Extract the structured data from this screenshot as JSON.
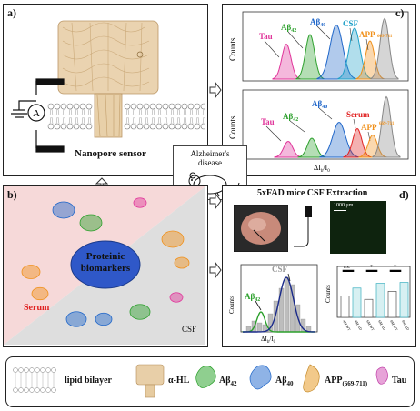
{
  "panels": {
    "a": {
      "label": "a)",
      "title": "Nanopore sensor",
      "ammeter_symbol": "A"
    },
    "b": {
      "label": "b)",
      "center": [
        "Proteinic",
        "biomarkers"
      ],
      "serum_label": "Serum",
      "csf_label": "CSF"
    },
    "c": {
      "label": "c)",
      "top": {
        "ylabel": "Counts",
        "peaks": [
          "Tau",
          "Aβ",
          "42",
          "Aβ",
          "40",
          "CSF",
          "APP",
          "669-711"
        ]
      },
      "bottom": {
        "ylabel": "Counts",
        "peaks": [
          "Tau",
          "Aβ",
          "42",
          "Aβ",
          "40",
          "Serum",
          "APP",
          "669-711"
        ]
      },
      "xlabel": [
        "ΔI",
        "b",
        "/I",
        "0"
      ]
    },
    "d": {
      "label": "d)",
      "title": "5xFAD mice CSF Extraction",
      "scale_bar": "1000 μm",
      "hist": {
        "ylabel": "Counts",
        "xlabel": [
          "ΔI",
          "b",
          "/I",
          "0"
        ],
        "tag_csf": "CSF",
        "tag_peak": "Aβ",
        "tag_peak_sub": "42"
      },
      "bars": {
        "ylabel": "Counts",
        "groups": [
          "4M WT",
          "4M AD",
          "6M WT",
          "6M AD",
          "8M WT",
          "8M AD"
        ],
        "sig": [
          "n.s.",
          "*",
          "*"
        ]
      }
    },
    "center": {
      "line1": "Alzheimer's",
      "line2": "disease"
    }
  },
  "legend": {
    "items": [
      {
        "label": "lipid bilayer"
      },
      {
        "label": "α-HL"
      },
      {
        "label": "Aβ",
        "sub": "42"
      },
      {
        "label": "Aβ",
        "sub": "40"
      },
      {
        "label": "APP",
        "sub": "(669-711)"
      },
      {
        "label": "Tau"
      }
    ]
  },
  "colors": {
    "tau": "#e0359a",
    "ab42": "#2ca02c",
    "ab40": "#1f66c9",
    "csf": "#1fa0c8",
    "app": "#f0901a",
    "serum": "#e02020",
    "bg_serum": "#f6d9d9",
    "bg_csf": "#dcdcdc",
    "ellipse": "#2f58c8"
  },
  "chart_data": [
    {
      "type": "area",
      "title": "",
      "ylabel": "Counts",
      "xlabel": "ΔIb/I0",
      "series": [
        {
          "name": "Tau",
          "values": [
            0.55
          ]
        },
        {
          "name": "Aβ42",
          "values": [
            0.7
          ]
        },
        {
          "name": "Aβ40",
          "values": [
            0.85
          ]
        },
        {
          "name": "CSF",
          "values": [
            0.8
          ]
        },
        {
          "name": "APP669-711",
          "values": [
            0.6
          ]
        }
      ]
    },
    {
      "type": "area",
      "title": "",
      "ylabel": "Counts",
      "xlabel": "ΔIb/I0",
      "series": [
        {
          "name": "Tau",
          "values": [
            0.25
          ]
        },
        {
          "name": "Aβ42",
          "values": [
            0.3
          ]
        },
        {
          "name": "Aβ40",
          "values": [
            0.55
          ]
        },
        {
          "name": "Serum",
          "values": [
            0.45
          ]
        },
        {
          "name": "APP669-711",
          "values": [
            0.35
          ]
        }
      ]
    },
    {
      "type": "bar",
      "ylabel": "Counts",
      "categories": [
        "4M WT",
        "4M AD",
        "6M WT",
        "6M AD",
        "8M WT",
        "8M AD"
      ],
      "values": [
        0.45,
        0.62,
        0.38,
        0.72,
        0.55,
        0.74
      ]
    }
  ]
}
